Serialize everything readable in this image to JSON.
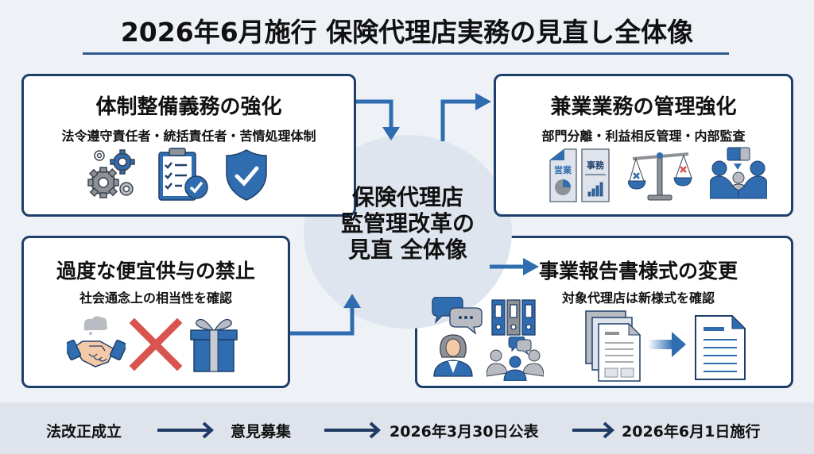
{
  "title": "2026年6月施行 保険代理店実務の見直し全体像",
  "hub": {
    "lines": [
      "保険代理店",
      "監管理改革の",
      "見直 全体像"
    ]
  },
  "cards": [
    {
      "id": "top-left",
      "heading": "体制整備義務の強化",
      "subheading": "法令遵守責任者・統括責任者・苦情処理体制",
      "icons": [
        "gears-icon",
        "checklist-clipboard-icon",
        "shield-check-icon"
      ]
    },
    {
      "id": "top-right",
      "heading": "兼業業務の管理強化",
      "subheading": "部門分離・利益相反管理・内部監査",
      "icons": [
        "department-split-icon",
        "balance-scale-icon",
        "mediation-meeting-icon"
      ],
      "icon_labels": {
        "sales": "営業",
        "admin": "事務"
      }
    },
    {
      "id": "bottom-left",
      "heading": "過度な便宜供与の禁止",
      "subheading": "社会通念上の相当性を確認",
      "icons": [
        "handshake-icon",
        "prohibited-x-icon",
        "gift-box-icon"
      ]
    },
    {
      "id": "bottom-right",
      "heading": "事業報告書様式の変更",
      "subheading": "対象代理店は新様式を確認",
      "icons": [
        "consultation-person-icon",
        "binders-icon",
        "team-meeting-icon",
        "old-documents-icon",
        "transition-arrow-icon",
        "new-document-icon"
      ]
    }
  ],
  "timeline": {
    "steps": [
      "法改正成立",
      "意見募集",
      "2026年3月30日公表",
      "2026年6月1日施行"
    ]
  },
  "colors": {
    "accent_blue": "#2f6db0",
    "border_navy": "#1f3f6b",
    "hub_fill": "#dfe5ee",
    "prohibit_red": "#d9534f",
    "gray_icon": "#8e9196",
    "background": "#eef2f7",
    "footer_bg": "#dfe4ec"
  }
}
